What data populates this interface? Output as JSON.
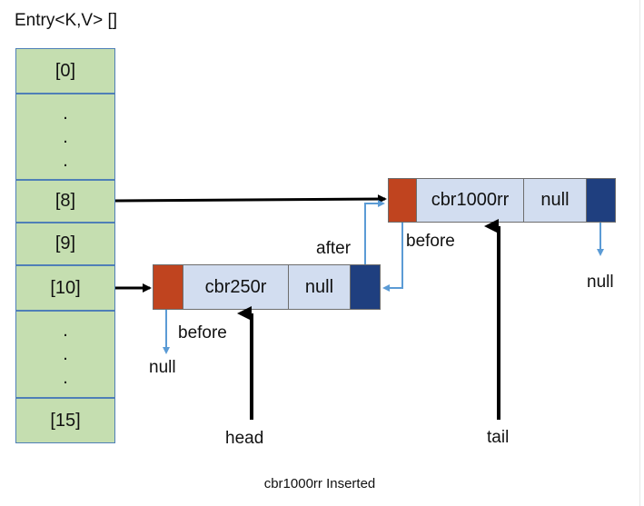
{
  "title": "Entry<K,V> []",
  "table": {
    "idx0": "[0]",
    "idx8": "[8]",
    "idx9": "[9]",
    "idx10": "[10]",
    "idx15": "[15]",
    "dot": "."
  },
  "node_a": {
    "before": "",
    "key": "cbr250r",
    "value": "null",
    "after": ""
  },
  "node_b": {
    "before": "",
    "key": "cbr1000rr",
    "value": "null",
    "after": ""
  },
  "labels": {
    "after": "after",
    "before_a": "before",
    "before_b": "before",
    "null_a": "null",
    "null_b": "null",
    "head": "head",
    "tail": "tail"
  },
  "caption": "cbr1000rr Inserted",
  "colors": {
    "cell_fill": "#c5deb0",
    "cell_border": "#4f7fb7",
    "before_pointer": "#c0441f",
    "after_pointer": "#1f3f7f",
    "node_body": "#d2ddf0",
    "blue_link": "#5b9bd5",
    "black_link": "#000000"
  }
}
